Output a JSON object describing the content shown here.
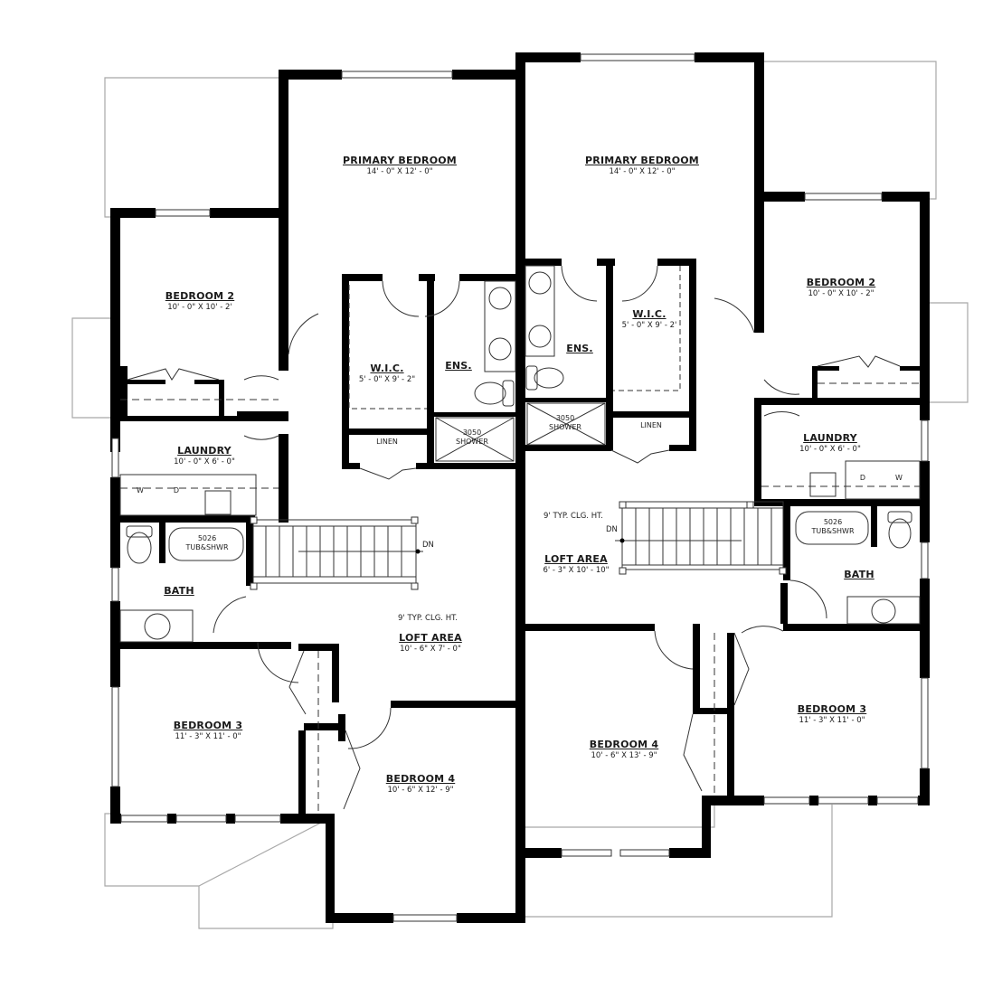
{
  "plan": {
    "colors": {
      "wall": "#000000",
      "outline": "#a8a8a8",
      "fixture": "#333333",
      "background": "#ffffff"
    },
    "left_unit": {
      "primary_bedroom": {
        "name": "PRIMARY BEDROOM",
        "dim": "14' - 0\" X 12' - 0\""
      },
      "bedroom2": {
        "name": "BEDROOM 2",
        "dim": "10' - 0\" X 10' - 2'"
      },
      "wic": {
        "name": "W.I.C.",
        "dim": "5' - 0\" X 9' - 2\""
      },
      "ens": {
        "name": "ENS."
      },
      "linen": "LINEN",
      "shower": {
        "line1": "3050",
        "line2": "SHOWER"
      },
      "laundry": {
        "name": "LAUNDRY",
        "dim": "10' - 0\" X 6' - 0\"",
        "washer": "W",
        "dryer": "D"
      },
      "bath": {
        "name": "BATH",
        "tub_line1": "5026",
        "tub_line2": "TUB&SHWR"
      },
      "stair": {
        "dn": "DN"
      },
      "ceiling_note": "9' TYP. CLG. HT.",
      "loft": {
        "name": "LOFT AREA",
        "dim": "10' - 6\" X 7' - 0\""
      },
      "bedroom3": {
        "name": "BEDROOM 3",
        "dim": "11' - 3\" X 11' - 0\""
      },
      "bedroom4": {
        "name": "BEDROOM 4",
        "dim": "10' - 6\" X 12' - 9\""
      }
    },
    "right_unit": {
      "primary_bedroom": {
        "name": "PRIMARY BEDROOM",
        "dim": "14' - 0\" X 12' - 0\""
      },
      "bedroom2": {
        "name": "BEDROOM 2",
        "dim": "10' - 0\" X 10' - 2\""
      },
      "wic": {
        "name": "W.I.C.",
        "dim": "5' - 0\" X 9' - 2'"
      },
      "ens": {
        "name": "ENS."
      },
      "linen": "LINEN",
      "shower": {
        "line1": "3050",
        "line2": "SHOWER"
      },
      "laundry": {
        "name": "LAUNDRY",
        "dim": "10' - 0\" X 6' - 0\"",
        "washer": "W",
        "dryer": "D"
      },
      "bath": {
        "name": "BATH",
        "tub_line1": "5026",
        "tub_line2": "TUB&SHWR"
      },
      "stair": {
        "dn": "DN"
      },
      "ceiling_note": "9' TYP. CLG. HT.",
      "loft": {
        "name": "LOFT AREA",
        "dim": "6' - 3\" X 10' - 10\""
      },
      "bedroom3": {
        "name": "BEDROOM 3",
        "dim": "11' - 3\" X 11' - 0\""
      },
      "bedroom4": {
        "name": "BEDROOM 4",
        "dim": "10' - 6\" X 13' - 9\""
      }
    }
  }
}
